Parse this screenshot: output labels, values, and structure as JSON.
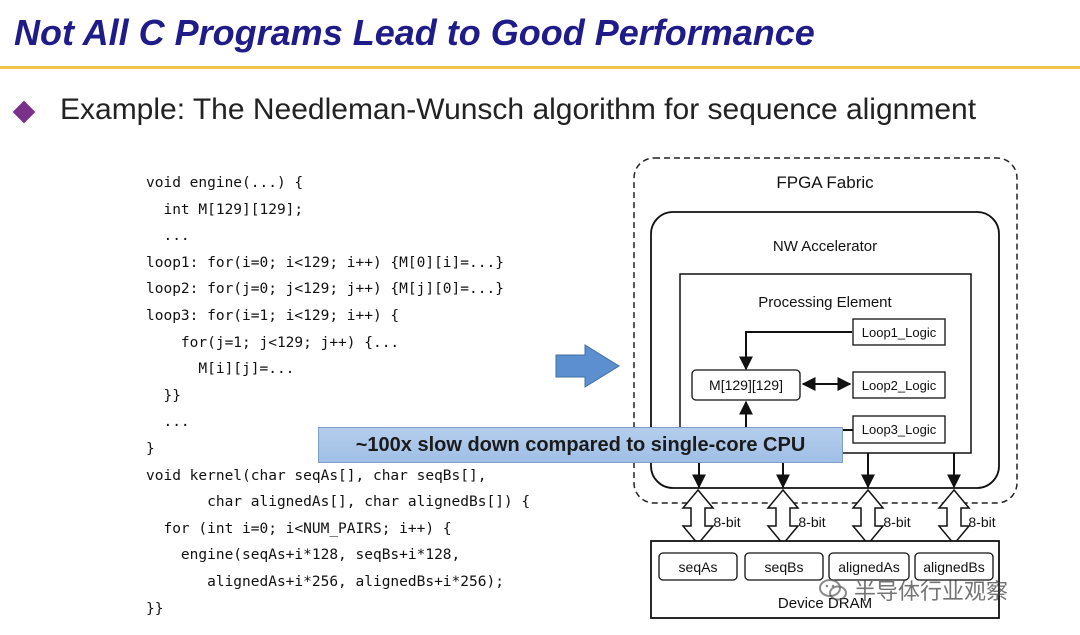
{
  "slide": {
    "title": "Not All C Programs Lead to Good Performance",
    "bullet": "Example: The Needleman-Wunsch algorithm for sequence alignment"
  },
  "code": {
    "lines": [
      "void engine(...) {",
      "  int M[129][129];",
      "  ...",
      "loop1: for(i=0; i<129; i++) {M[0][i]=...}",
      "loop2: for(j=0; j<129; j++) {M[j][0]=...}",
      "loop3: for(i=1; i<129; i++) {",
      "    for(j=1; j<129; j++) {...",
      "      M[i][j]=...",
      "  }}",
      "  ...",
      "}",
      "void kernel(char seqAs[], char seqBs[],",
      "       char alignedAs[], char alignedBs[]) {",
      "  for (int i=0; i<NUM_PAIRS; i++) {",
      "    engine(seqAs+i*128, seqBs+i*128,",
      "       alignedAs+i*256, alignedBs+i*256);",
      "}}"
    ]
  },
  "diagram": {
    "fpga_label": "FPGA Fabric",
    "accelerator_label": "NW Accelerator",
    "pe_label": "Processing Element",
    "matrix_label": "M[129][129]",
    "loop1": "Loop1_Logic",
    "loop2": "Loop2_Logic",
    "loop3": "Loop3_Logic",
    "bus_label": "8-bit",
    "dram_label": "Device DRAM",
    "buffers": [
      "seqAs",
      "seqBs",
      "alignedAs",
      "alignedBs"
    ]
  },
  "banner": "~100x slow down compared to single-core CPU",
  "watermark": "半导体行业观察",
  "colors": {
    "title": "#1f1c8a",
    "title_rule": "#f0c24a",
    "bullet": "#7a2f8a",
    "arrow_fill": "#5b8fd0",
    "banner_fill": "#a9c6ea"
  }
}
